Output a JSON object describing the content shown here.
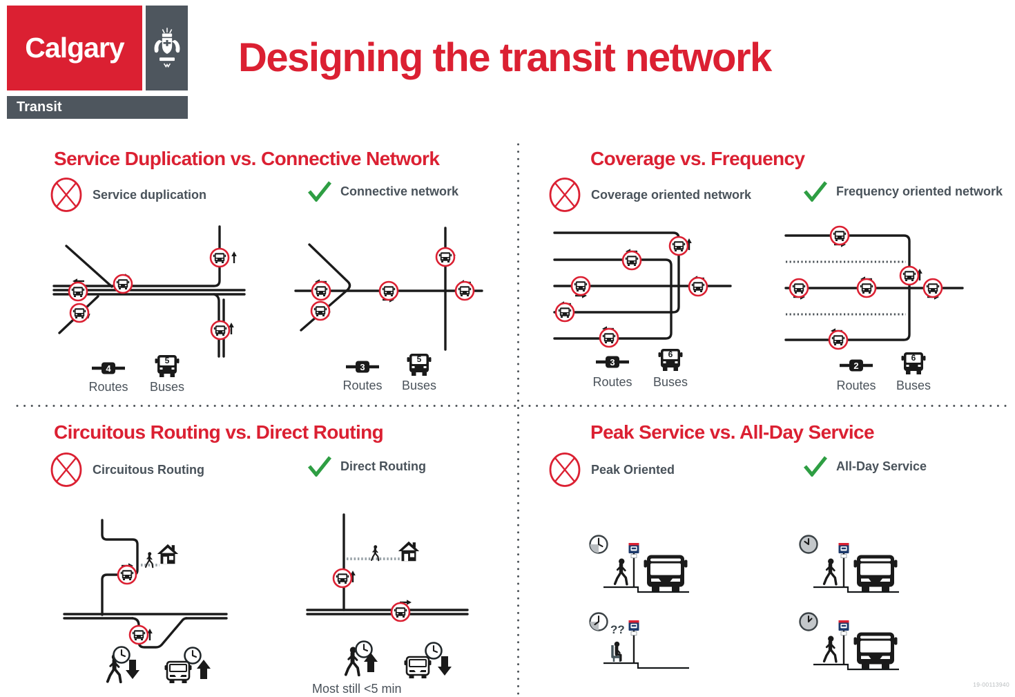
{
  "header": {
    "logo": "Calgary",
    "division": "Transit",
    "title": "Designing the transit network"
  },
  "legend": {
    "routes": "Routes",
    "buses": "Buses"
  },
  "quadrants": [
    {
      "title": "Service Duplication vs. Connective Network",
      "bad": {
        "label": "Service duplication",
        "routes": "4",
        "buses": "5"
      },
      "good": {
        "label": "Connective network",
        "routes": "3",
        "buses": "5"
      }
    },
    {
      "title": "Coverage vs. Frequency",
      "bad": {
        "label": "Coverage oriented network",
        "routes": "3",
        "buses": "6"
      },
      "good": {
        "label": "Frequency oriented network",
        "routes": "2",
        "buses": "6"
      }
    },
    {
      "title": "Circuitous Routing  vs. Direct Routing",
      "bad": {
        "label": "Circuitous Routing"
      },
      "good": {
        "label": "Direct Routing",
        "note": "Most still <5 min"
      }
    },
    {
      "title": "Peak Service vs. All-Day Service",
      "bad": {
        "label": "Peak Oriented",
        "question": "??"
      },
      "good": {
        "label": "All-Day Service"
      }
    }
  ],
  "footer": {
    "doc_number": "19-00113940"
  },
  "colors": {
    "red": "#DB2032",
    "green": "#2E9E43",
    "slate": "#4E565E",
    "text": "#49525A",
    "line": "#1b1b1b"
  }
}
